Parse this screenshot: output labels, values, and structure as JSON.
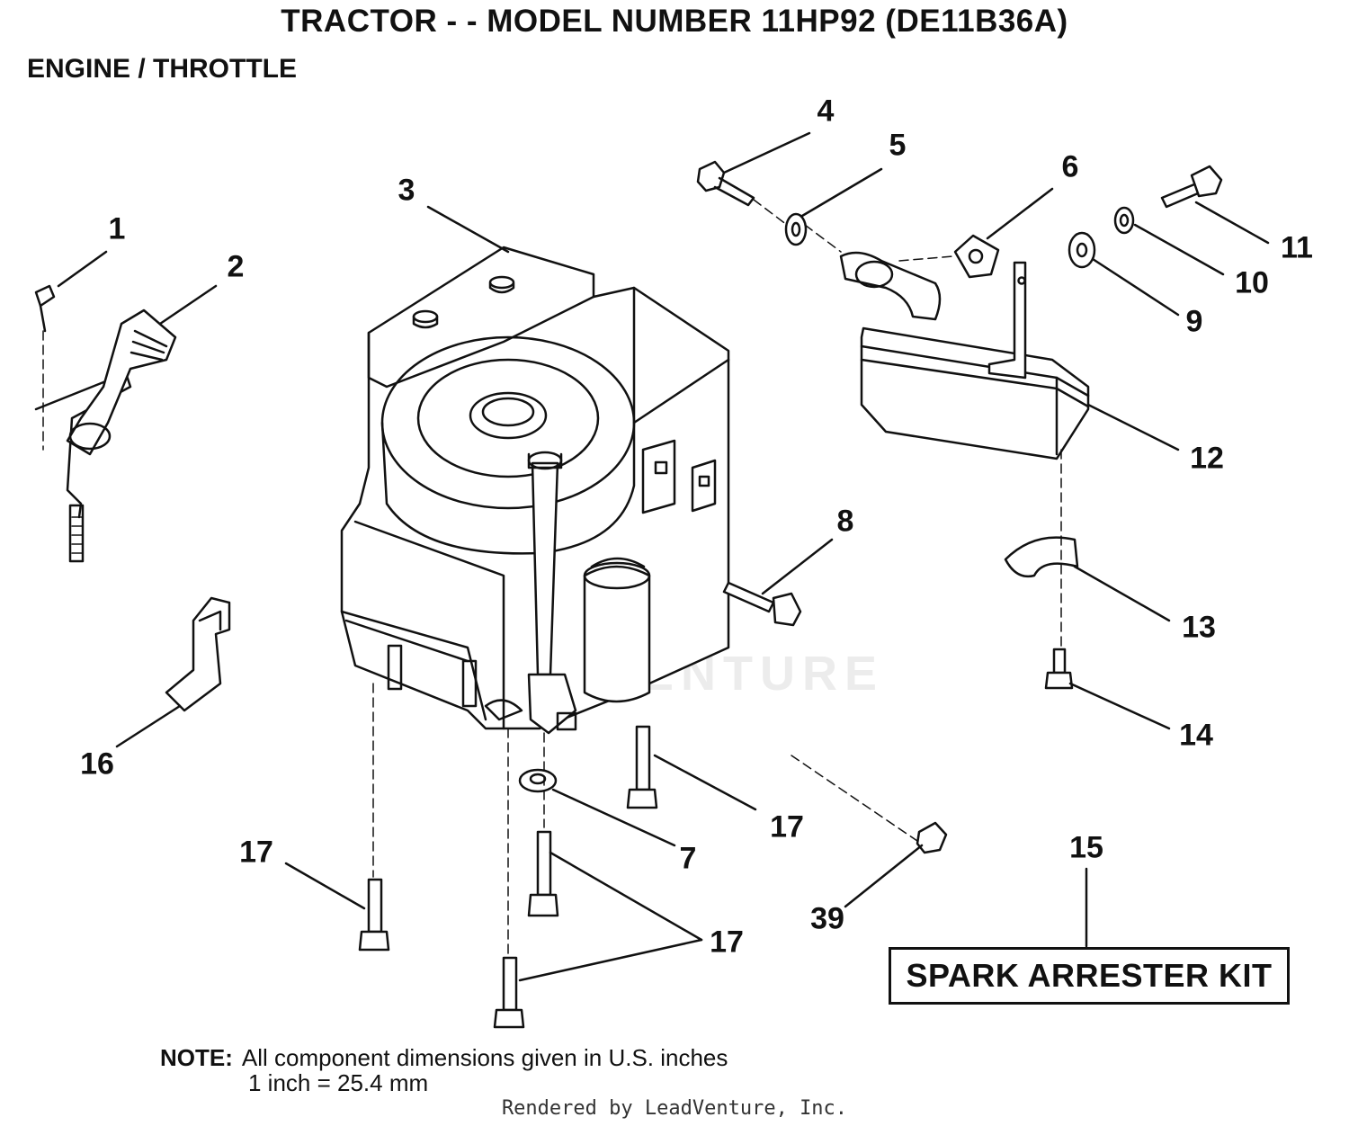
{
  "header": {
    "title": "TRACTOR - - MODEL NUMBER 11HP92 (DE11B36A)",
    "subtitle": "ENGINE / THROTTLE"
  },
  "callouts": {
    "c1": "1",
    "c2": "2",
    "c3": "3",
    "c4": "4",
    "c5": "5",
    "c6": "6",
    "c7": "7",
    "c8": "8",
    "c9": "9",
    "c10": "10",
    "c11": "11",
    "c12": "12",
    "c13": "13",
    "c14": "14",
    "c15": "15",
    "c16": "16",
    "c17a": "17",
    "c17b": "17",
    "c17c": "17",
    "c39": "39"
  },
  "kit_label": "SPARK ARRESTER KIT",
  "note": {
    "label": "NOTE:",
    "line1": "All component dimensions given in U.S. inches",
    "line2": "1 inch = 25.4 mm"
  },
  "watermark": "LEADVENTURE",
  "credit": "Rendered by LeadVenture, Inc."
}
